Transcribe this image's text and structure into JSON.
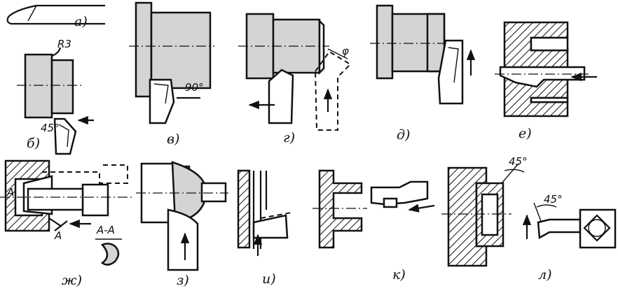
{
  "figure": {
    "labels": {
      "a": "а)",
      "b": "б)",
      "v": "в)",
      "g": "г)",
      "d": "д)",
      "e": "е)",
      "zh": "ж)",
      "z": "з)",
      "i": "и)",
      "k": "к)",
      "p": "л)"
    },
    "annotations": {
      "radius": "R3",
      "angle_b": "45°",
      "angle_v": "90°",
      "angle_g": "φ",
      "section_mark": "A",
      "section_mark_2": "A",
      "section_title": "A-A",
      "angle_l_part": "45°",
      "angle_l_tool": "45°"
    }
  }
}
